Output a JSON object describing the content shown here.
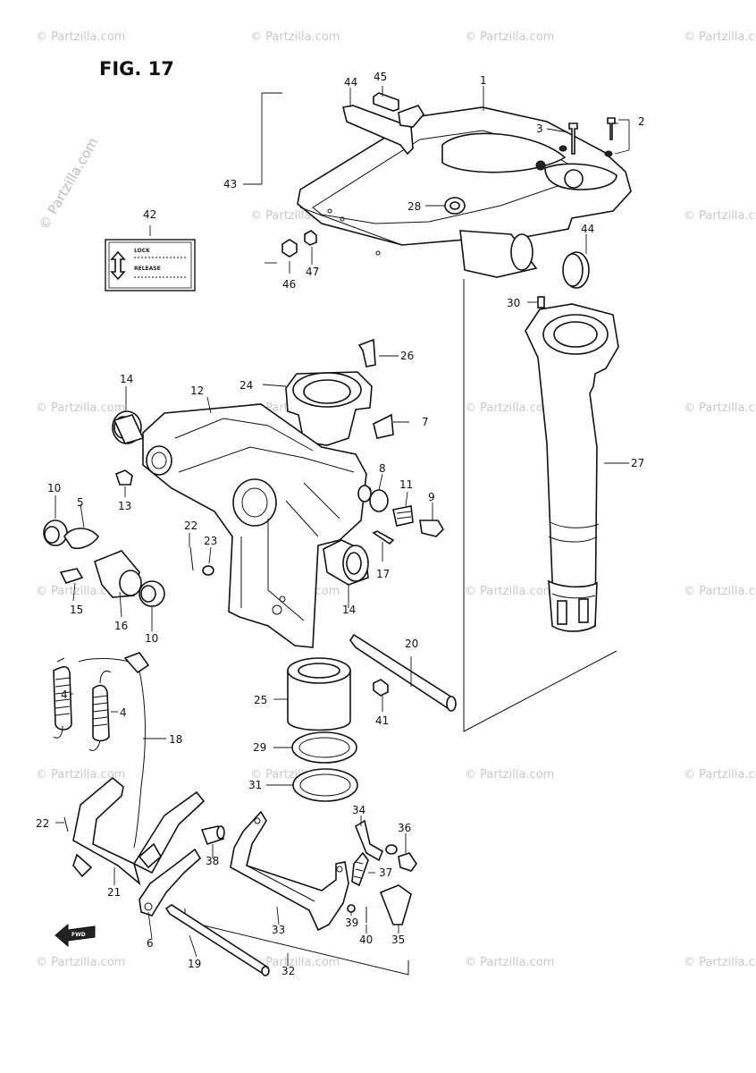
{
  "figure": {
    "title": "FIG. 17",
    "watermark": "© Partzilla.com",
    "watermark_vertical": "© Partzilla.com"
  },
  "decal": {
    "top_text": "LOCK",
    "bottom_text": "RELEASE"
  },
  "callouts": {
    "c1": "1",
    "c2": "2",
    "c3": "3",
    "c4a": "4",
    "c4b": "4",
    "c5": "5",
    "c6": "6",
    "c7": "7",
    "c8": "8",
    "c9": "9",
    "c10a": "10",
    "c10b": "10",
    "c11": "11",
    "c12": "12",
    "c13": "13",
    "c14a": "14",
    "c14b": "14",
    "c15": "15",
    "c16": "16",
    "c17": "17",
    "c18": "18",
    "c19": "19",
    "c20": "20",
    "c21": "21",
    "c22a": "22",
    "c22b": "22",
    "c23": "23",
    "c24": "24",
    "c25": "25",
    "c26": "26",
    "c27": "27",
    "c28": "28",
    "c29": "29",
    "c30": "30",
    "c31": "31",
    "c32": "32",
    "c33": "33",
    "c34": "34",
    "c35": "35",
    "c36": "36",
    "c37": "37",
    "c38": "38",
    "c39": "39",
    "c40": "40",
    "c41": "41",
    "c42": "42",
    "c43": "43",
    "c44a": "44",
    "c44b": "44",
    "c45": "45",
    "c46": "46",
    "c47": "47"
  },
  "fwd_label": "FWD"
}
